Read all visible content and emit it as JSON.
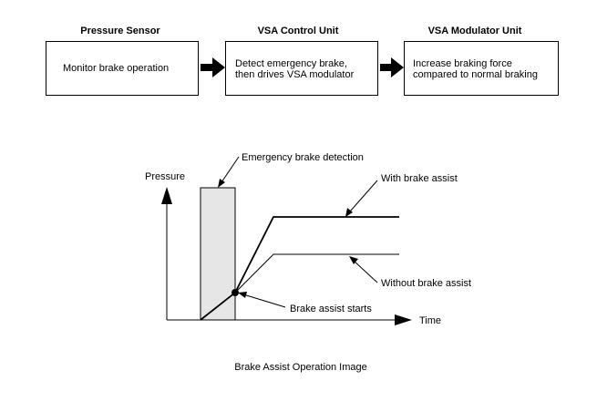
{
  "flow": {
    "blocks": [
      {
        "title": "Pressure Sensor",
        "text": "Monitor brake operation"
      },
      {
        "title": "VSA Control Unit",
        "text": "Detect emergency brake,\nthen drives VSA modulator"
      },
      {
        "title": "VSA Modulator Unit",
        "text": "Increase braking force\ncompared to normal braking"
      }
    ]
  },
  "graph": {
    "y_label": "Pressure",
    "x_label": "Time",
    "labels": {
      "emergency": "Emergency brake detection",
      "with_assist": "With brake assist",
      "without_assist": "Without brake assist",
      "assist_starts": "Brake assist starts"
    },
    "shade_color": "#e6e6e6"
  },
  "caption": "Brake Assist Operation Image"
}
